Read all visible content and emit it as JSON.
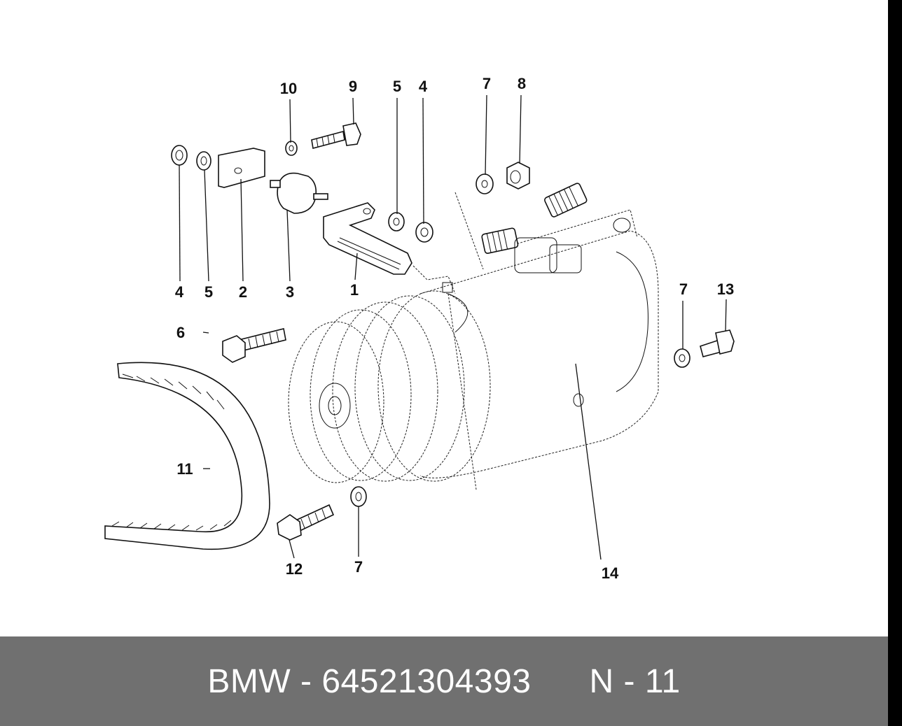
{
  "labels": [
    "10",
    "9",
    "5",
    "4",
    "7",
    "8",
    "4",
    "5",
    "2",
    "3",
    "1",
    "6",
    "7",
    "13",
    "11",
    "12",
    "7",
    "14"
  ],
  "footer": {
    "brand": "BMW",
    "sep1": "-",
    "part_number": "64521304393",
    "ref": "N",
    "sep2": "-",
    "ref_num": "11"
  },
  "colors": {
    "footer_bg": "#707070",
    "footer_text": "#ffffff",
    "strip": "#000000"
  },
  "icons": [
    "washer-icon",
    "bracket-icon",
    "rubber-mount-icon",
    "bolt-icon",
    "nut-icon",
    "belt-icon",
    "compressor-icon"
  ]
}
